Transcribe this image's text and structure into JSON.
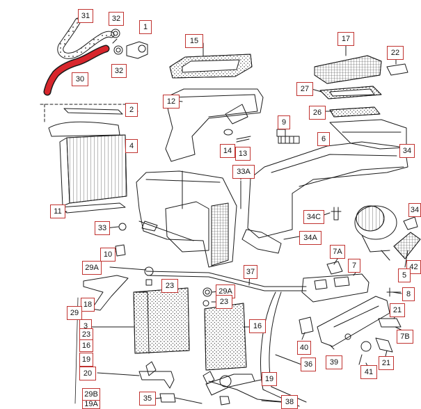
{
  "theme": {
    "line": "#1a1a1a",
    "highlight": "#d8262c",
    "callout_border": "#c0322f"
  },
  "callouts": [
    {
      "id": "c31a",
      "label": "31"
    },
    {
      "id": "c32a",
      "label": "32"
    },
    {
      "id": "c1",
      "label": "1"
    },
    {
      "id": "c30",
      "label": "30"
    },
    {
      "id": "c32b",
      "label": "32"
    },
    {
      "id": "c15",
      "label": "15"
    },
    {
      "id": "c17",
      "label": "17"
    },
    {
      "id": "c22",
      "label": "22"
    },
    {
      "id": "c27",
      "label": "27"
    },
    {
      "id": "c12",
      "label": "12"
    },
    {
      "id": "c2",
      "label": "2"
    },
    {
      "id": "c26",
      "label": "26"
    },
    {
      "id": "c9",
      "label": "9"
    },
    {
      "id": "c4",
      "label": "4"
    },
    {
      "id": "c14",
      "label": "14"
    },
    {
      "id": "c13",
      "label": "13"
    },
    {
      "id": "c6",
      "label": "6"
    },
    {
      "id": "c34a",
      "label": "34"
    },
    {
      "id": "c33A",
      "label": "33A"
    },
    {
      "id": "c11",
      "label": "11"
    },
    {
      "id": "c34b",
      "label": "34"
    },
    {
      "id": "c34C",
      "label": "34C"
    },
    {
      "id": "c33",
      "label": "33"
    },
    {
      "id": "c34A",
      "label": "34A"
    },
    {
      "id": "c10",
      "label": "10"
    },
    {
      "id": "c7A",
      "label": "7A"
    },
    {
      "id": "c42",
      "label": "42"
    },
    {
      "id": "c29A1",
      "label": "29A"
    },
    {
      "id": "c37",
      "label": "37"
    },
    {
      "id": "c7",
      "label": "7"
    },
    {
      "id": "c5",
      "label": "5"
    },
    {
      "id": "c23a",
      "label": "23"
    },
    {
      "id": "c29A2",
      "label": "29A"
    },
    {
      "id": "c23b",
      "label": "23"
    },
    {
      "id": "c8",
      "label": "8"
    },
    {
      "id": "c18",
      "label": "18"
    },
    {
      "id": "c29",
      "label": "29"
    },
    {
      "id": "c21a",
      "label": "21"
    },
    {
      "id": "c16",
      "label": "16"
    },
    {
      "id": "c3",
      "label": "3"
    },
    {
      "id": "c7B",
      "label": "7B"
    },
    {
      "id": "c23c",
      "label": "23"
    },
    {
      "id": "c16b",
      "label": "16"
    },
    {
      "id": "c40",
      "label": "40"
    },
    {
      "id": "c21b",
      "label": "21"
    },
    {
      "id": "c19a",
      "label": "19"
    },
    {
      "id": "c36",
      "label": "36"
    },
    {
      "id": "c39",
      "label": "39"
    },
    {
      "id": "c41",
      "label": "41"
    },
    {
      "id": "c20",
      "label": "20"
    },
    {
      "id": "c19b",
      "label": "19"
    },
    {
      "id": "c29B",
      "label": "29B"
    },
    {
      "id": "c19A",
      "label": "19A"
    },
    {
      "id": "c35",
      "label": "35"
    },
    {
      "id": "c38",
      "label": "38"
    }
  ]
}
